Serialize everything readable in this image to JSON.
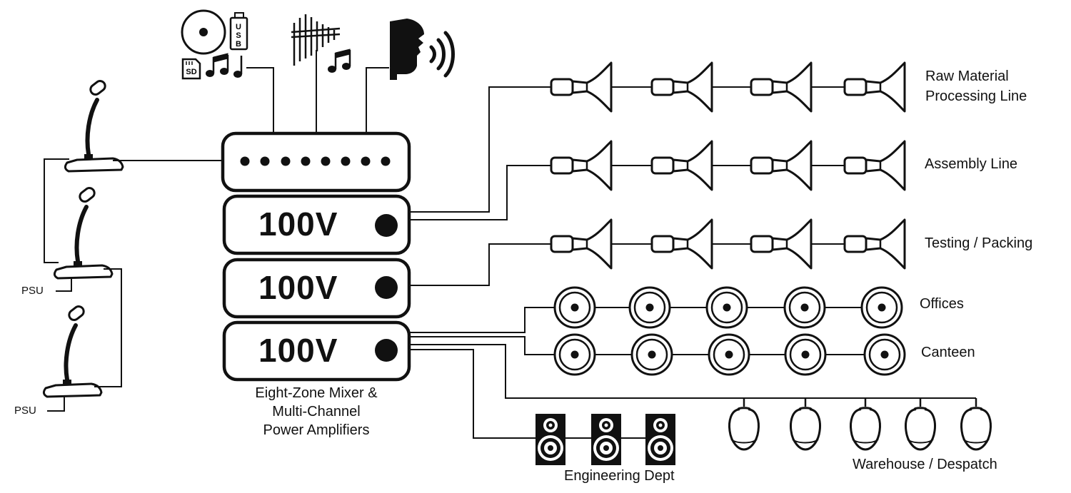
{
  "amplifiers": [
    "100V",
    "100V",
    "100V"
  ],
  "mixer_caption": [
    "Eight-Zone Mixer &",
    "Multi-Channel",
    "Power Amplifiers"
  ],
  "sources": {
    "usb_label": "USB",
    "sd_label": "SD"
  },
  "psu_labels": [
    "PSU",
    "PSU"
  ],
  "zones": {
    "raw_material": [
      "Raw Material",
      "Processing Line"
    ],
    "assembly": "Assembly Line",
    "testing": "Testing / Packing",
    "offices": "Offices",
    "canteen": "Canteen",
    "warehouse": "Warehouse / Despatch",
    "engineering": "Engineering Dept"
  },
  "icons": {
    "sources": [
      "cd-icon",
      "usb-icon",
      "sd-card-icon",
      "music-notes-icon"
    ],
    "chime": [
      "chime-icon",
      "music-notes-icon"
    ],
    "announcer": "speaking-head-icon",
    "microphones": [
      "desk-microphone-icon",
      "desk-microphone-icon",
      "desk-microphone-icon"
    ],
    "horn_speakers": "horn-speaker-icon",
    "ceiling_speakers": "ceiling-speaker-icon",
    "pendant_speakers": "pendant-speaker-icon",
    "box_speakers": "box-speaker-icon"
  }
}
